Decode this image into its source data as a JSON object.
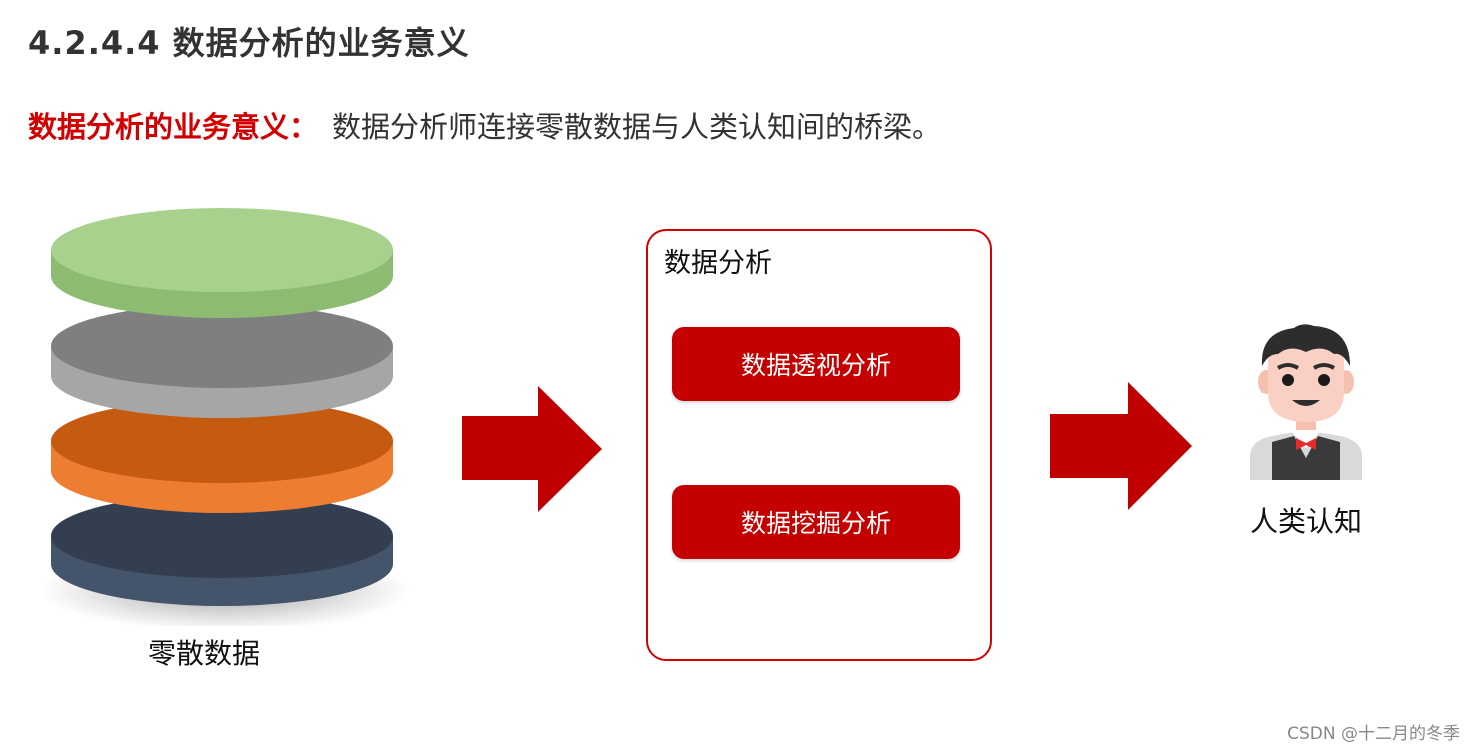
{
  "heading": "4.2.4.4 数据分析的业务意义",
  "intro": {
    "label": "数据分析的业务意义：",
    "text": "数据分析师连接零散数据与人类认知间的桥梁。"
  },
  "stack": {
    "label": "零散数据",
    "layers": [
      {
        "top": "#a9d18e",
        "side": "#8dbb72"
      },
      {
        "top": "#7f7f7f",
        "side": "#a6a6a6"
      },
      {
        "top": "#c55a11",
        "side": "#ed7d31"
      },
      {
        "top": "#333f50",
        "side": "#44546a"
      }
    ]
  },
  "analysis": {
    "title": "数据分析",
    "methods": [
      "数据透视分析",
      "数据挖掘分析"
    ]
  },
  "person": {
    "label": "人类认知"
  },
  "colors": {
    "accent": "#d20000",
    "button": "#c40000",
    "arrow": "#c00000"
  },
  "watermark": "CSDN @十二月的冬季"
}
